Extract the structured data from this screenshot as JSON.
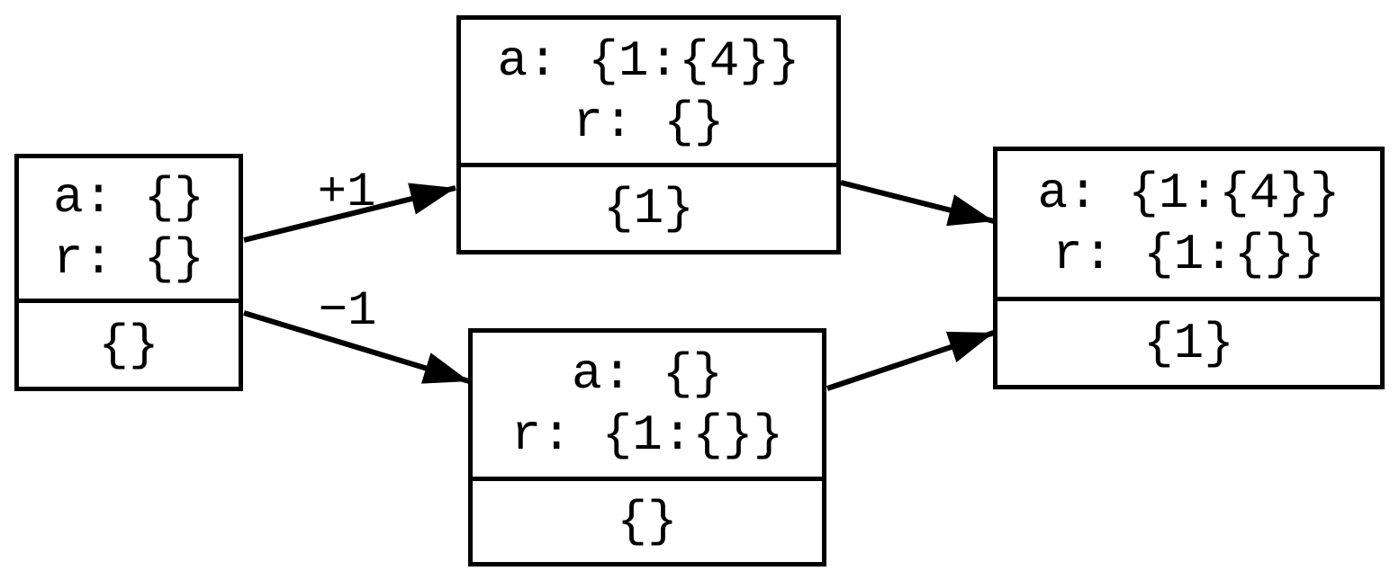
{
  "diagram": {
    "type": "state-transition-graph",
    "colors": {
      "background": "#ffffff",
      "stroke": "#000000",
      "text": "#000000"
    },
    "nodes": [
      {
        "id": "initial",
        "fields": [
          "a: {}",
          "r: {}"
        ],
        "value": "{}"
      },
      {
        "id": "after-plus1",
        "fields": [
          "a: {1:{4}}",
          "r: {}"
        ],
        "value": "{1}"
      },
      {
        "id": "after-minus1",
        "fields": [
          "a: {}",
          "r: {1:{}}"
        ],
        "value": "{}"
      },
      {
        "id": "merged",
        "fields": [
          "a: {1:{4}}",
          "r: {1:{}}"
        ],
        "value": "{1}"
      }
    ],
    "edges": [
      {
        "from": "initial",
        "to": "after-plus1",
        "label": "+1"
      },
      {
        "from": "initial",
        "to": "after-minus1",
        "label": "−1"
      },
      {
        "from": "after-plus1",
        "to": "merged",
        "label": ""
      },
      {
        "from": "after-minus1",
        "to": "merged",
        "label": ""
      }
    ]
  }
}
